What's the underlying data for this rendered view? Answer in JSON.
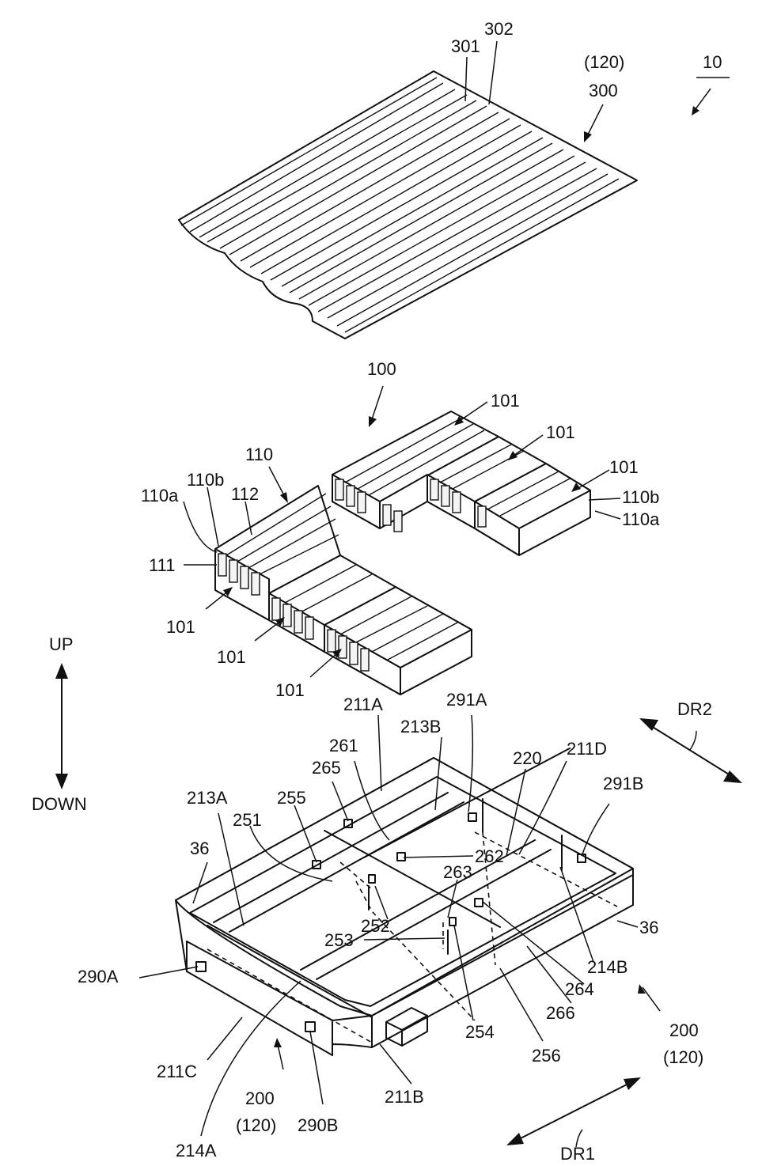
{
  "labels": {
    "fig_ref": "10",
    "l120_top": "(120)",
    "l300": "300",
    "l301": "301",
    "l302": "302",
    "l100": "100",
    "l101_a": "101",
    "l101_b": "101",
    "l101_c": "101",
    "l101_d": "101",
    "l101_e": "101",
    "l101_f": "101",
    "l110": "110",
    "l110a_left": "110a",
    "l110b_left": "110b",
    "l112": "112",
    "l111": "111",
    "l110b_right": "110b",
    "l110a_right": "110a",
    "up": "UP",
    "down": "DOWN",
    "dr1": "DR1",
    "dr2": "DR2",
    "l211A": "211A",
    "l211B": "211B",
    "l211C": "211C",
    "l211D": "211D",
    "l213A": "213A",
    "l213B": "213B",
    "l214A": "214A",
    "l214B": "214B",
    "l220": "220",
    "l251": "251",
    "l252": "252",
    "l253": "253",
    "l254": "254",
    "l255": "255",
    "l256": "256",
    "l261": "261",
    "l262": "262",
    "l263": "263",
    "l264": "264",
    "l265": "265",
    "l266": "266",
    "l290A": "290A",
    "l290B": "290B",
    "l291A": "291A",
    "l291B": "291B",
    "l36_left": "36",
    "l36_right": "36",
    "l200_right": "200",
    "l120_right": "(120)",
    "l200_bottom": "200",
    "l120_bottom": "(120)"
  }
}
